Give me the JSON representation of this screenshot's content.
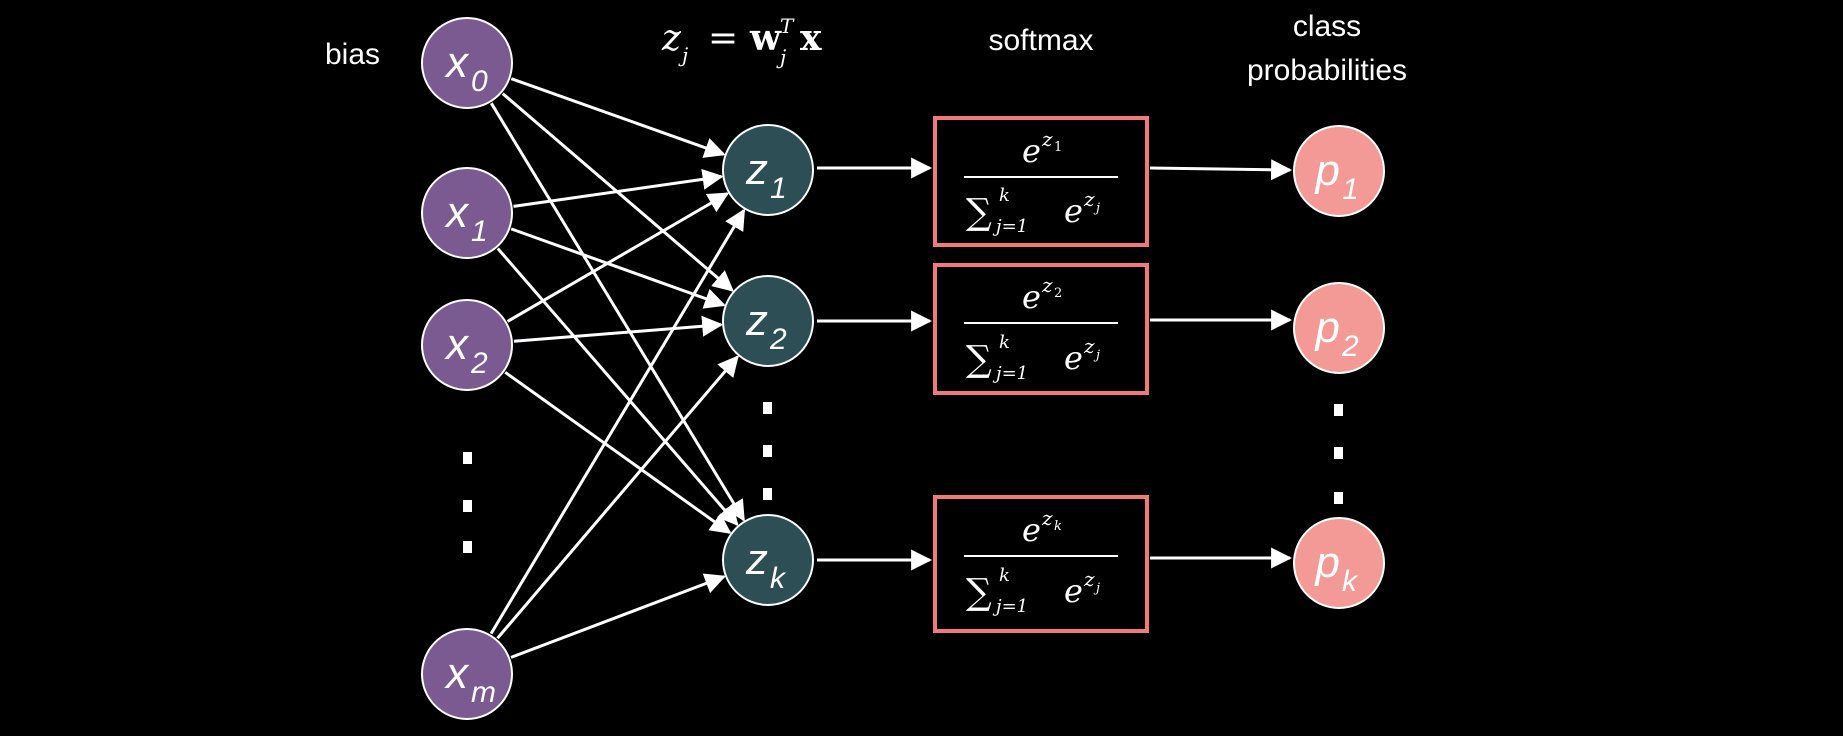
{
  "labels": {
    "bias": "bias",
    "softmax": "softmax",
    "class_line1": "class",
    "class_line2": "probabilities"
  },
  "formula_z": {
    "z": "z",
    "j": "j",
    "eq": "=",
    "w": "w",
    "T": "T",
    "x": "x"
  },
  "inputs": [
    {
      "base": "x",
      "sub": "0"
    },
    {
      "base": "x",
      "sub": "1"
    },
    {
      "base": "x",
      "sub": "2"
    },
    {
      "base": "x",
      "sub": "m"
    }
  ],
  "hidden": [
    {
      "base": "z",
      "sub": "1"
    },
    {
      "base": "z",
      "sub": "2"
    },
    {
      "base": "z",
      "sub": "k"
    }
  ],
  "outputs": [
    {
      "base": "p",
      "sub": "1"
    },
    {
      "base": "p",
      "sub": "2"
    },
    {
      "base": "p",
      "sub": "k"
    }
  ],
  "softmax_boxes": [
    {
      "num_e": "e",
      "num_sup": "z",
      "num_sup_sub": "1",
      "sum": "∑",
      "sum_sup": "k",
      "sum_sub": "j=1",
      "den_e": "e",
      "den_sup": "z",
      "den_sup_sub": "j"
    },
    {
      "num_e": "e",
      "num_sup": "z",
      "num_sup_sub": "2",
      "sum": "∑",
      "sum_sup": "k",
      "sum_sub": "j=1",
      "den_e": "e",
      "den_sup": "z",
      "den_sup_sub": "j"
    },
    {
      "num_e": "e",
      "num_sup": "z",
      "num_sup_sub": "k",
      "sum": "∑",
      "sum_sup": "k",
      "sum_sub": "j=1",
      "den_e": "e",
      "den_sup": "z",
      "den_sup_sub": "j"
    }
  ],
  "colors": {
    "background": "#000000",
    "input_node": "#7b5a92",
    "hidden_node": "#2e4e55",
    "output_node": "#f49a96",
    "box_border": "#ef7a78",
    "line": "#ffffff"
  }
}
